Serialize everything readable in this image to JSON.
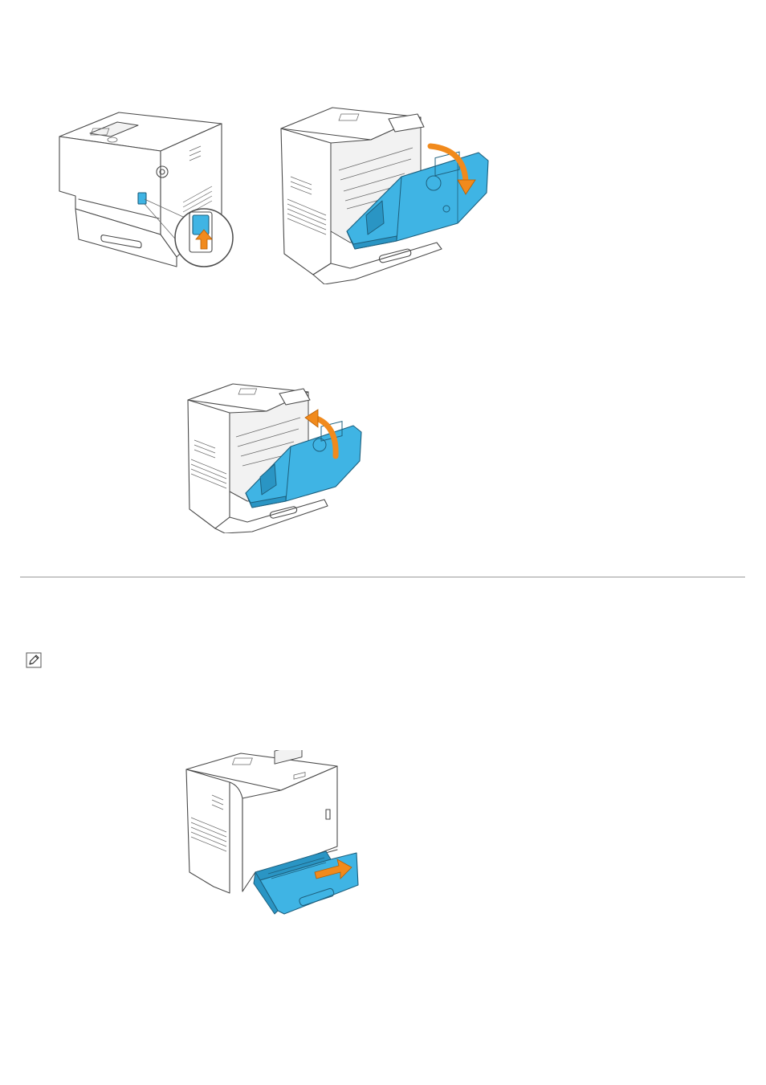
{
  "figures": [
    {
      "id": "fig-open-front-cover-latch",
      "icon": "printer-side-latch-illustration"
    },
    {
      "id": "fig-front-cover-open",
      "icon": "printer-front-cover-open-illustration"
    },
    {
      "id": "fig-front-cover-close",
      "icon": "printer-front-cover-close-illustration"
    },
    {
      "id": "fig-pull-out-tray",
      "icon": "printer-pull-tray-illustration"
    }
  ],
  "note": {
    "icon": "pencil-note-icon"
  },
  "colors": {
    "accent_part": "#3fb4e4",
    "arrow": "#f18a1c",
    "rule": "#9a9a9a"
  }
}
